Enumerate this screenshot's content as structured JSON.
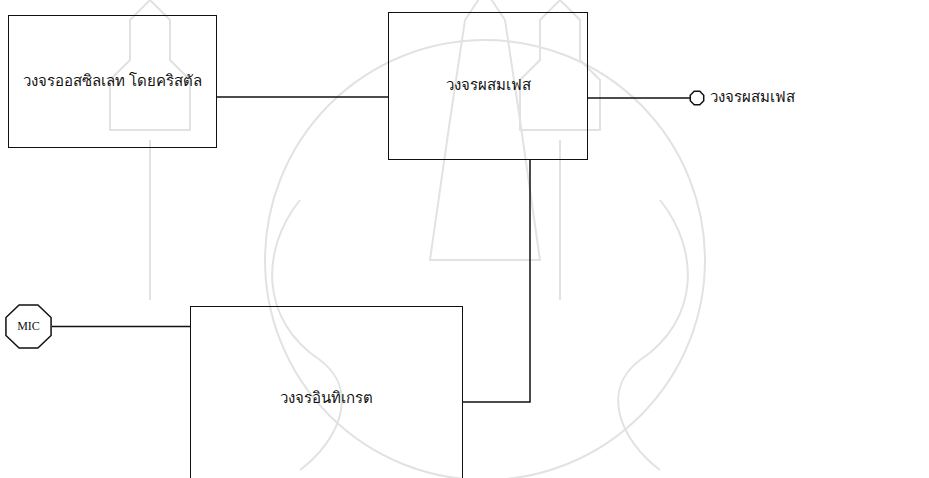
{
  "diagram": {
    "nodes": [
      {
        "text": [
          "วงจรออสซิลเลท โดยคริสตัล"
        ]
      },
      {
        "text": [
          "วงจรผสมเฟส"
        ]
      },
      {
        "text": [
          "วงจรผสมเฟส"
        ]
      },
      {
        "text": [
          "MIC"
        ]
      },
      {
        "text": [
          "วงจรอินทิเกรต"
        ]
      }
    ],
    "edges": [
      {
        "from": 0,
        "to": 1,
        "arrow": "none"
      },
      {
        "from": 1,
        "to": 2,
        "arrow": "none"
      },
      {
        "from": 1,
        "to": 4,
        "arrow": "none"
      },
      {
        "from": 3,
        "to": 4,
        "arrow": "none"
      }
    ]
  }
}
